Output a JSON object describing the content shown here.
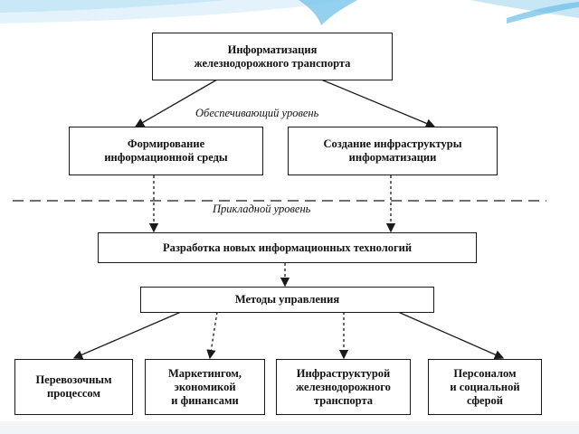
{
  "diagram": {
    "root": {
      "text": "Информатизация\nжелезнодорожного транспорта"
    },
    "support_level": {
      "label": "Обеспечивающий уровень"
    },
    "applied_level": {
      "label": "Прикладной уровень"
    },
    "left_box": {
      "text": "Формирование\nинформационной среды"
    },
    "right_box": {
      "text": "Создание инфраструктуры\nинформатизации"
    },
    "tech_box": {
      "text": "Разработка новых информационных технологий"
    },
    "methods_box": {
      "text": "Методы управления"
    },
    "leaves": [
      {
        "text": "Перевозочным\nпроцессом"
      },
      {
        "text": "Маркетингом,\nэкономикой\nи финансами"
      },
      {
        "text": "Инфраструктурой\nжелезнодорожного\nтранспорта"
      },
      {
        "text": "Персоналом\nи социальной\nсферой"
      }
    ]
  },
  "colors": {
    "banner_light": "#dff1fb",
    "banner_accent": "#5bb8e6",
    "line": "#1a1a1a"
  }
}
